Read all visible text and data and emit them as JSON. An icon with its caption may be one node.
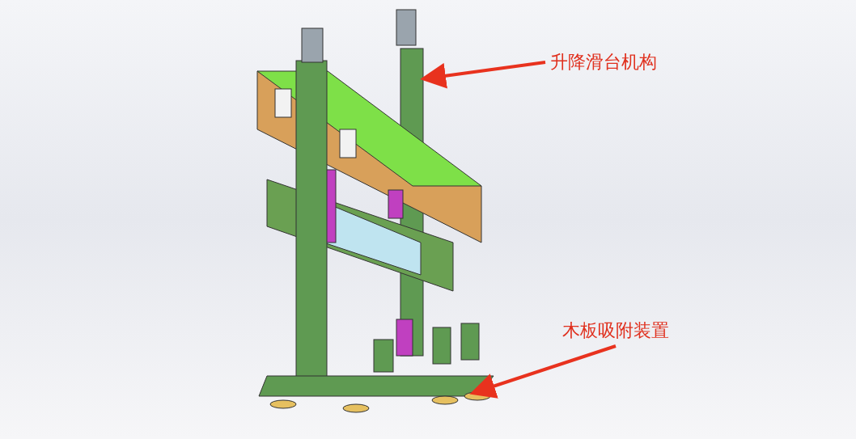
{
  "diagram": {
    "nodes": [
      {
        "text": [
          "升降滑台机构"
        ]
      },
      {
        "text": [
          "木板吸附装置"
        ]
      }
    ],
    "edges": [
      {
        "from": 0,
        "to": null,
        "arrow": "to"
      },
      {
        "from": 1,
        "to": null,
        "arrow": "to"
      }
    ]
  }
}
